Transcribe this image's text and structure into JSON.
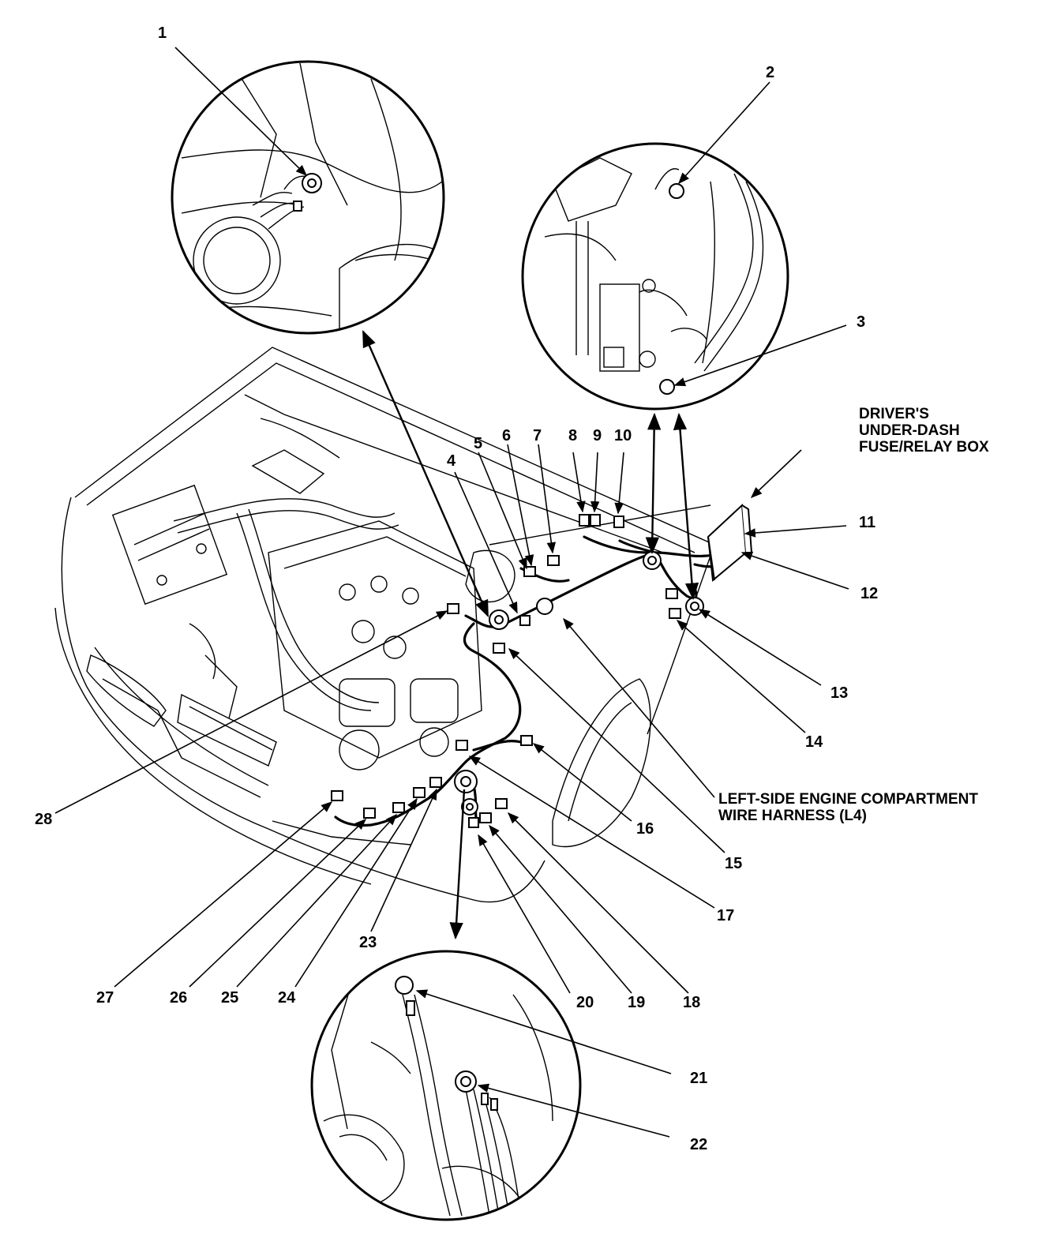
{
  "captions": {
    "fuse_box": [
      "DRIVER'S",
      "UNDER-DASH",
      "FUSE/RELAY BOX"
    ],
    "harness": [
      "LEFT-SIDE ENGINE COMPARTMENT",
      "WIRE HARNESS (L4)"
    ]
  },
  "callouts": [
    "1",
    "2",
    "3",
    "4",
    "5",
    "6",
    "7",
    "8",
    "9",
    "10",
    "11",
    "12",
    "13",
    "14",
    "15",
    "16",
    "17",
    "18",
    "19",
    "20",
    "21",
    "22",
    "23",
    "24",
    "25",
    "26",
    "27",
    "28"
  ]
}
